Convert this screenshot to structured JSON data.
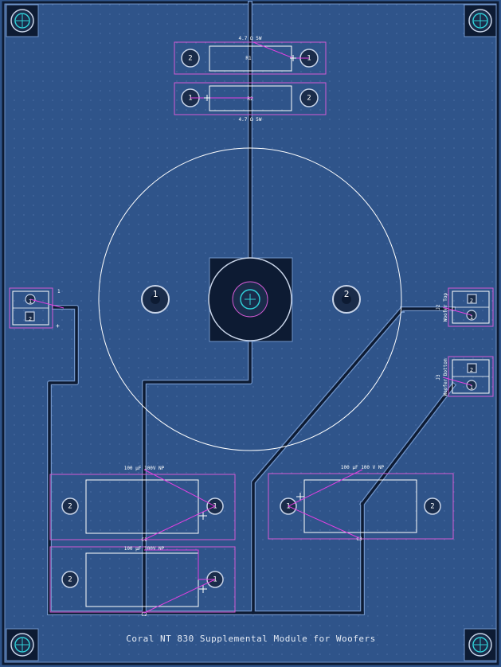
{
  "colors": {
    "board": "#2f548a",
    "trace": "#0d1b33",
    "trace_edge": "#6f93c8",
    "silkscreen": "#ffffff",
    "courtyard": "#d45ad4",
    "ratsnest": "#e040e0",
    "pad_fill": "#1a2c4a",
    "pad_ring": "#c8d4e8",
    "mount_hole": "#30d0d8"
  },
  "board": {
    "title": "Coral NT 830 Supplemental Module for Woofers"
  },
  "resistors": {
    "r1": {
      "value": "4.7 Ω 5W",
      "ref": "R1",
      "pad1": "1",
      "pad2": "2"
    },
    "r2": {
      "value": "4.7 Ω 5W",
      "ref": "R2",
      "pad1": "1",
      "pad2": "2"
    }
  },
  "inductor": {
    "pad1": "1",
    "pad2": "2"
  },
  "connectors": {
    "j1": {
      "ref": "1",
      "pad1": "1",
      "pad2": "2",
      "plus": "+"
    },
    "j2": {
      "ref": "J2",
      "label": "Woofer Top",
      "pad1": "1",
      "pad2": "2"
    },
    "j3": {
      "ref": "J3",
      "label": "Woofer Bottom",
      "pad1": "1",
      "pad2": "2"
    }
  },
  "capacitors": {
    "c1": {
      "value": "100 µF 100V NP",
      "ref": "C1",
      "pad1": "1",
      "pad2": "2"
    },
    "c2": {
      "value": "100 µF 100V NP",
      "ref": "C2",
      "pad1": "1",
      "pad2": "2"
    },
    "c3": {
      "value": "100 µF 100 V NP",
      "ref": "C3",
      "pad1": "1",
      "pad2": "2"
    }
  },
  "mounting_holes": {
    "tl": "",
    "tr": "",
    "bl": "",
    "br": ""
  }
}
